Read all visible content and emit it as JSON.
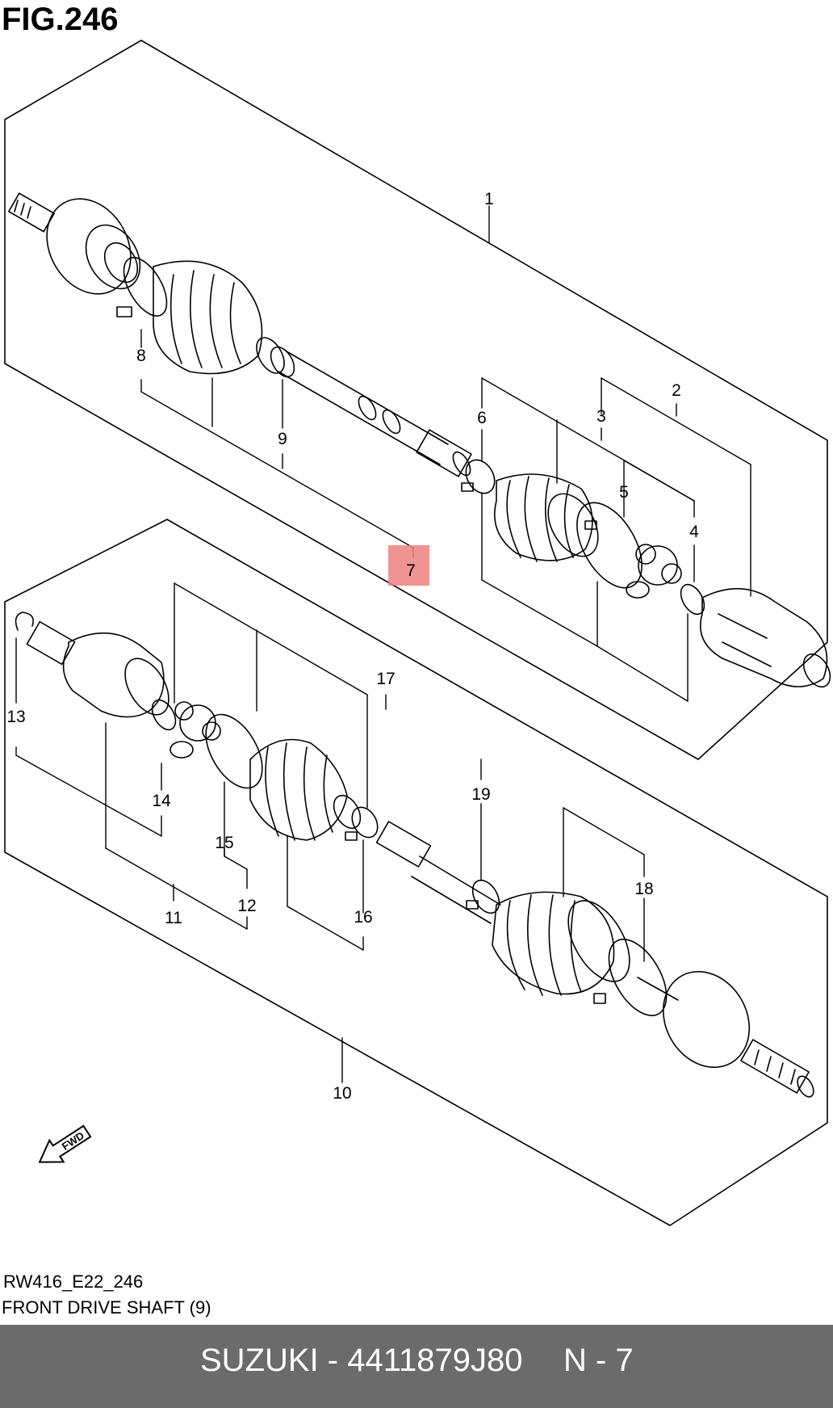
{
  "figure": {
    "title": "FIG.246"
  },
  "callouts": {
    "c1": "1",
    "c2": "2",
    "c3": "3",
    "c4": "4",
    "c5": "5",
    "c6": "6",
    "c7": "7",
    "c8": "8",
    "c9": "9",
    "c10": "10",
    "c11": "11",
    "c12": "12",
    "c13": "13",
    "c14": "14",
    "c15": "15",
    "c16": "16",
    "c17": "17",
    "c18": "18",
    "c19": "19"
  },
  "fwd_arrow_label": "FWD",
  "highlight": {
    "part": "7",
    "color": "#f08080"
  },
  "caption": {
    "code": "RW416_E22_246",
    "name": "FRONT DRIVE SHAFT (9)"
  },
  "footer": {
    "brand_part": "SUZUKI - 4411879J80",
    "page": "N - 7",
    "background": "#6b6b6b"
  }
}
